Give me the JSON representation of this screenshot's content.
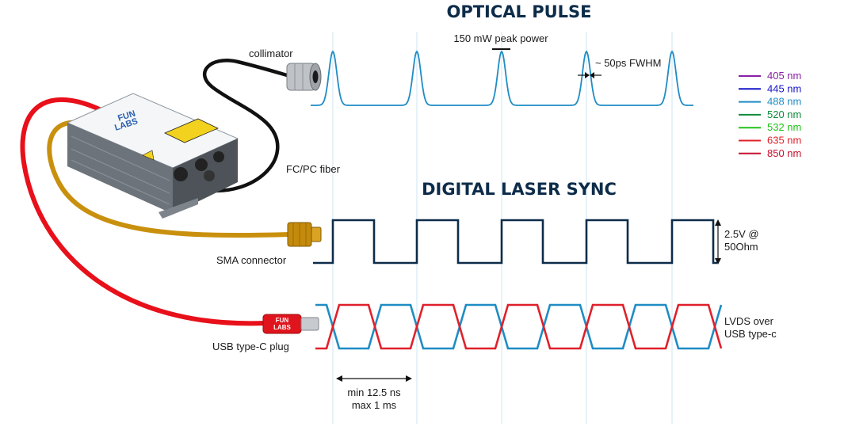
{
  "titles": {
    "optical": "OPTICAL PULSE",
    "sync": "DIGITAL LASER SYNC"
  },
  "labels": {
    "collimator": "collimator",
    "fiber": "FC/PC fiber",
    "sma": "SMA connector",
    "usb": "USB type-C plug",
    "peak": "150 mW peak power",
    "fwhm": "~ 50ps FWHM",
    "voltage_line1": "2.5V @",
    "voltage_line2": "50Ohm",
    "lvds_line1": "LVDS over",
    "lvds_line2": "USB type-c",
    "period_line1": "min 12.5 ns",
    "period_line2": "max 1 ms"
  },
  "device": {
    "brand_line1": "FUN",
    "brand_line2": "LABS",
    "plug_brand_line1": "FUN",
    "plug_brand_line2": "LABS"
  },
  "wavelengths": [
    {
      "label": "405 nm",
      "color": "#8a1fa6"
    },
    {
      "label": "445 nm",
      "color": "#1515c8"
    },
    {
      "label": "488 nm",
      "color": "#1f8cc4"
    },
    {
      "label": "520 nm",
      "color": "#0f8c3a"
    },
    {
      "label": "532 nm",
      "color": "#22c21a"
    },
    {
      "label": "635 nm",
      "color": "#e0202a"
    },
    {
      "label": "850 nm",
      "color": "#c8102e"
    }
  ],
  "colors": {
    "title": "#0d2c4a",
    "pulse": "#1f8cc4",
    "square": "#0d2c4a",
    "lvds_a": "#e0202a",
    "lvds_b": "#1f8cc4",
    "guide": "#cfe6f3",
    "red_cable": "#e8101a",
    "gold_cable": "#c9900e"
  },
  "icons": [
    "laser-module-icon",
    "collimator-icon",
    "sma-connector-icon",
    "usb-c-plug-icon"
  ]
}
